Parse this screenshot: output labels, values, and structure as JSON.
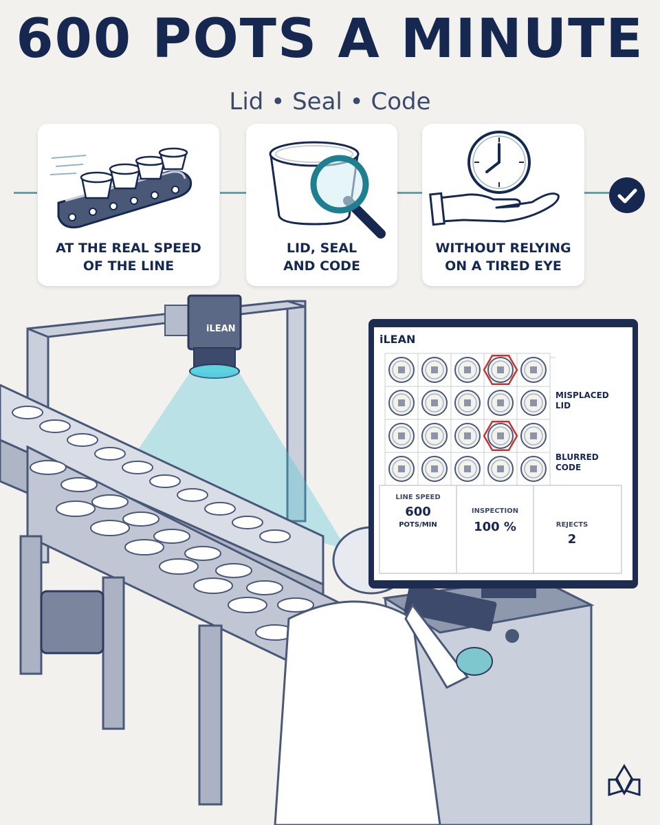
{
  "header": {
    "title": "600 POTS A MINUTE",
    "subtitle": "Lid • Seal • Code"
  },
  "cards": [
    {
      "label": "AT THE REAL SPEED\nOF THE LINE",
      "icon": "conveyor-pots-icon"
    },
    {
      "label": "LID, SEAL\nAND CODE",
      "icon": "pot-magnifier-icon"
    },
    {
      "label": "WITHOUT RELYING\nON A TIRED EYE",
      "icon": "hand-clock-icon"
    }
  ],
  "camera": {
    "brand": "iLEAN"
  },
  "screen": {
    "brand": "iLEAN",
    "notes": {
      "misplaced_lid": "MISPLACED\nLID",
      "blurred_code": "BLURRED\nCODE"
    },
    "stats": {
      "line_speed_label": "LINE SPEED",
      "line_speed_value": "600",
      "line_speed_unit": "POTS/MIN",
      "inspection_label": "INSPECTION",
      "inspection_value": "100 %",
      "rejects_label": "REJECTS",
      "rejects_value": "2"
    }
  },
  "colors": {
    "navy": "#16284f",
    "accent_teal": "#4fa7b0",
    "reject_red": "#c8322e",
    "background": "#f3f1ee"
  }
}
